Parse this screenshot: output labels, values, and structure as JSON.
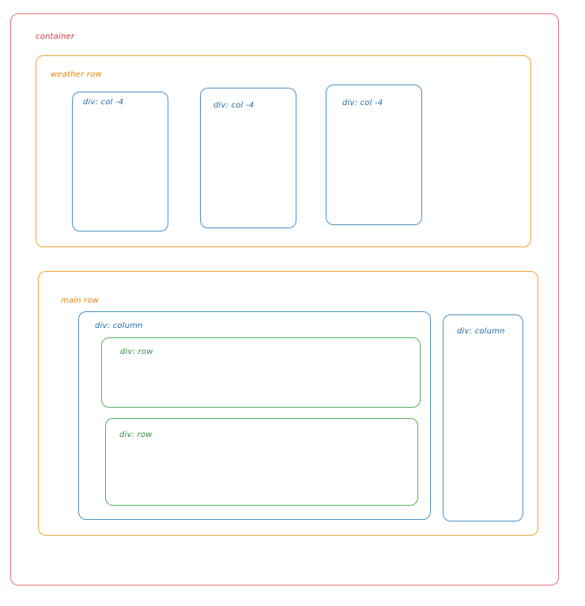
{
  "colors": {
    "container": "#e8707a",
    "row": "#f0a23a",
    "row_label": "#e8830c",
    "column": "#4a90c4",
    "column_label": "#1f6aa8",
    "inner_row": "#55b060",
    "inner_row_label": "#2f8f3a"
  },
  "container": {
    "label": "container"
  },
  "weather_row": {
    "label": "weather row",
    "cols": [
      {
        "label": "div: col -4"
      },
      {
        "label": "div: col -4"
      },
      {
        "label": "div: col -4"
      }
    ]
  },
  "main_row": {
    "label": "main row",
    "left_column": {
      "label": "div: column",
      "rows": [
        {
          "label": "div: row"
        },
        {
          "label": "div: row"
        }
      ]
    },
    "right_column": {
      "label": "div: column"
    }
  }
}
